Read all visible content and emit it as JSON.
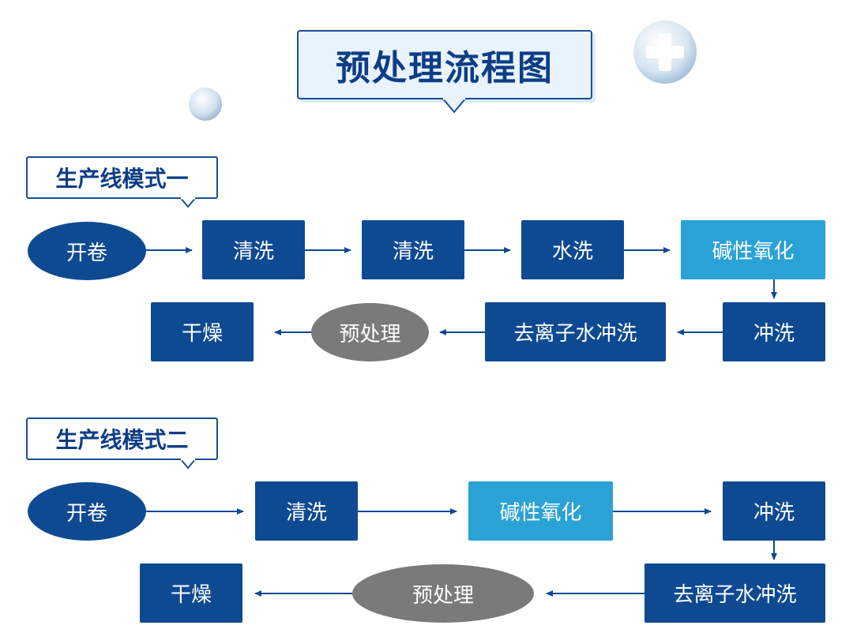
{
  "title": "预处理流程图",
  "colors": {
    "primary": "#0e4a92",
    "highlight": "#2aa2d6",
    "gray": "#7a7a7a",
    "accent_border": "#1a4f94"
  },
  "mode1": {
    "label": "生产线模式一",
    "row1": [
      "开卷",
      "清洗",
      "清洗",
      "水洗",
      "碱性氧化"
    ],
    "row2": [
      "冲洗",
      "去离子水冲洗",
      "预处理",
      "干燥"
    ]
  },
  "mode2": {
    "label": "生产线模式二",
    "row1": [
      "开卷",
      "清洗",
      "碱性氧化",
      "冲洗"
    ],
    "row2": [
      "去离子水冲洗",
      "预处理",
      "干燥"
    ]
  }
}
